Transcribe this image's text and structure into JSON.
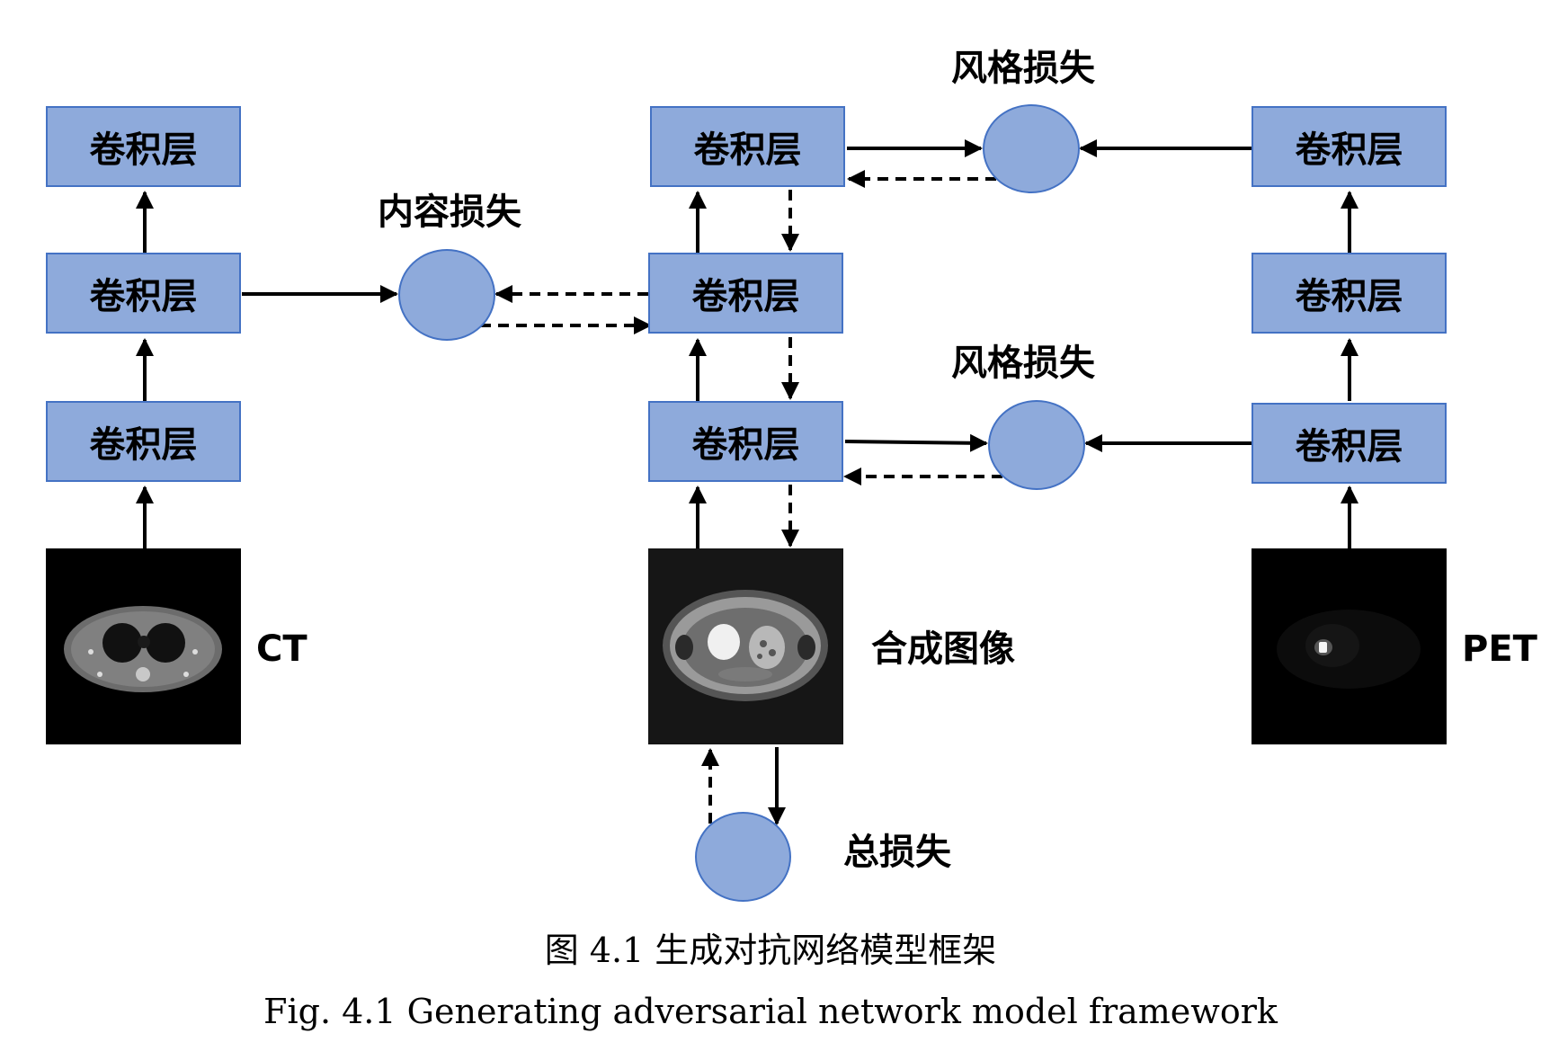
{
  "nodes": {
    "conv_label": "卷积层",
    "ct_label": "CT",
    "synth_label": "合成图像",
    "pet_label": "PET",
    "content_loss_label": "内容损失",
    "style_loss_top_label": "风格损失",
    "style_loss_bottom_label": "风格损失",
    "total_loss_label": "总损失"
  },
  "caption": {
    "zh": "图 4.1  生成对抗网络模型框架",
    "en": "Fig. 4.1 Generating adversarial network model framework"
  },
  "colors": {
    "node_fill": "#8eaadb",
    "node_border": "#4472c4",
    "arrow": "#000000",
    "image_bg": "#000000"
  }
}
